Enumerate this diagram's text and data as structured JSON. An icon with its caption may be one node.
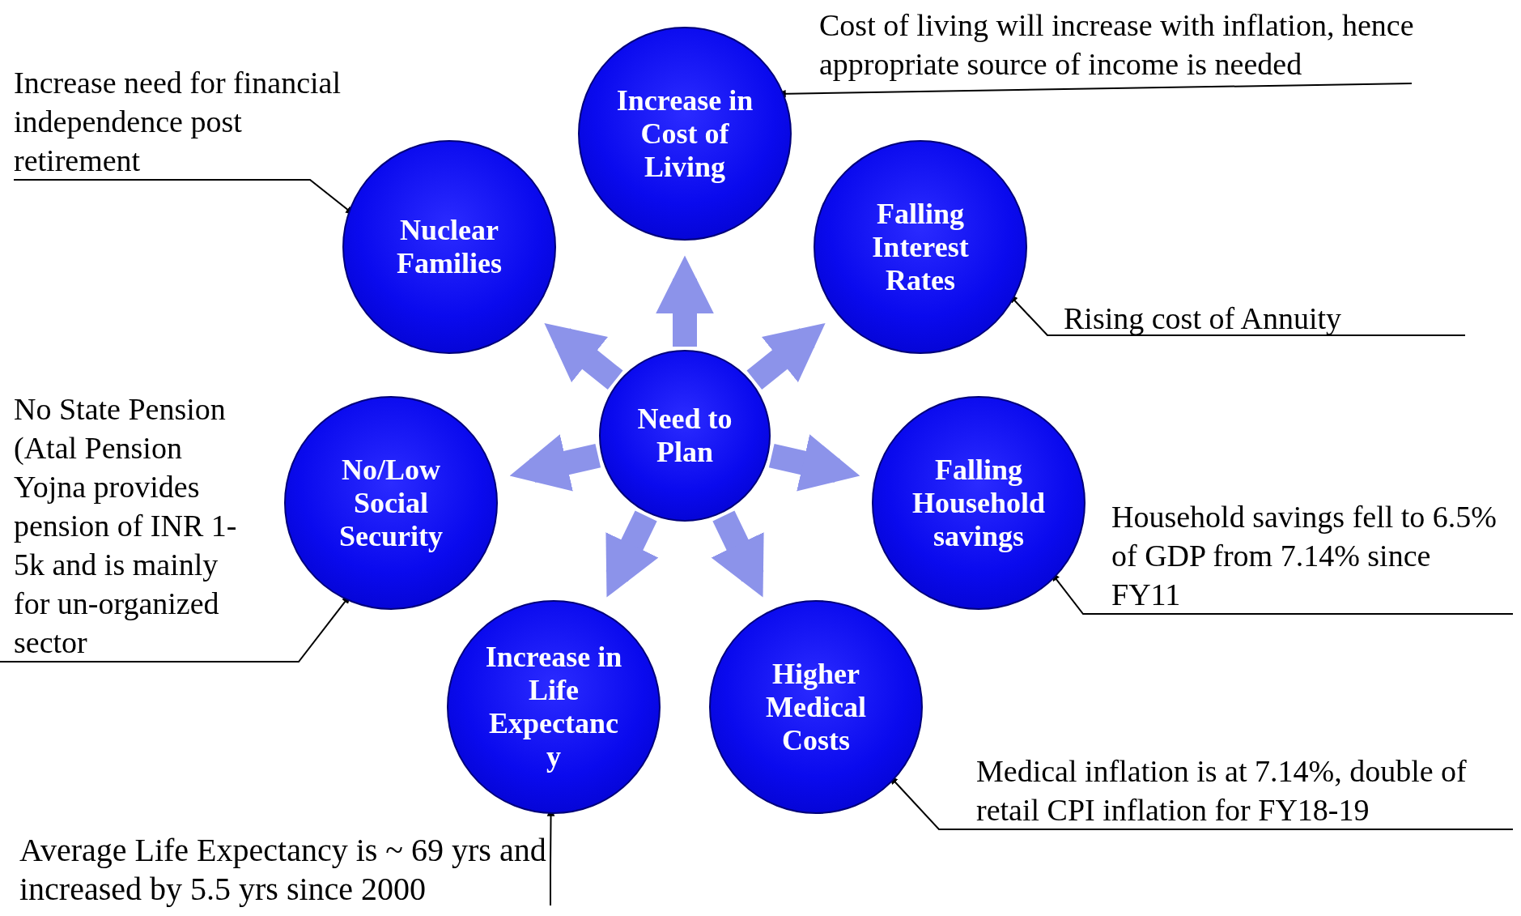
{
  "diagram": {
    "nodes": [
      {
        "text": [
          "Need to Plan"
        ]
      },
      {
        "text": [
          "Increase in Cost of Living"
        ]
      },
      {
        "text": [
          "Falling Interest Rates"
        ]
      },
      {
        "text": [
          "Falling Household savings"
        ]
      },
      {
        "text": [
          "Higher Medical Costs"
        ]
      },
      {
        "text": [
          "Increase in Life Expectanc y"
        ]
      },
      {
        "text": [
          "No/Low Social Security"
        ]
      },
      {
        "text": [
          "Nuclear Families"
        ]
      },
      {
        "text": [
          "Cost of living will increase with inflation, hence appropriate source of income is needed"
        ]
      },
      {
        "text": [
          "Increase need for financial independence post retirement"
        ]
      },
      {
        "text": [
          "Rising cost of Annuity"
        ]
      },
      {
        "text": [
          "No State Pension (Atal Pension Yojna provides pension of INR 1-5k and is mainly for un-organized sector"
        ]
      },
      {
        "text": [
          "Household savings fell to 6.5% of GDP from 7.14% since FY11"
        ]
      },
      {
        "text": [
          "Medical inflation is at 7.14%, double of retail CPI inflation for FY18-19"
        ]
      },
      {
        "text": [
          "Average Life Expectancy is ~ 69 yrs and increased by 5.5 yrs since 2000"
        ]
      }
    ],
    "edges": [
      {
        "from": 0,
        "to": 1,
        "arrow": "to",
        "style": "thick",
        "color": "#8c93ea"
      },
      {
        "from": 0,
        "to": 2,
        "arrow": "to",
        "style": "thick",
        "color": "#8c93ea"
      },
      {
        "from": 0,
        "to": 3,
        "arrow": "to",
        "style": "thick",
        "color": "#8c93ea"
      },
      {
        "from": 0,
        "to": 4,
        "arrow": "to",
        "style": "thick",
        "color": "#8c93ea"
      },
      {
        "from": 0,
        "to": 5,
        "arrow": "to",
        "style": "thick",
        "color": "#8c93ea"
      },
      {
        "from": 0,
        "to": 6,
        "arrow": "to",
        "style": "thick",
        "color": "#8c93ea"
      },
      {
        "from": 0,
        "to": 7,
        "arrow": "to",
        "style": "thick",
        "color": "#8c93ea"
      },
      {
        "from": 8,
        "to": 1,
        "arrow": "to",
        "color": "#000000"
      },
      {
        "from": 9,
        "to": 7,
        "arrow": "to",
        "color": "#000000"
      },
      {
        "from": 10,
        "to": 2,
        "arrow": "to",
        "color": "#000000"
      },
      {
        "from": 11,
        "to": 6,
        "arrow": "to",
        "color": "#000000"
      },
      {
        "from": 12,
        "to": 3,
        "arrow": "to",
        "color": "#000000"
      },
      {
        "from": 13,
        "to": 4,
        "arrow": "to",
        "color": "#000000"
      },
      {
        "from": 14,
        "to": 5,
        "arrow": "to",
        "color": "#000000"
      }
    ]
  }
}
